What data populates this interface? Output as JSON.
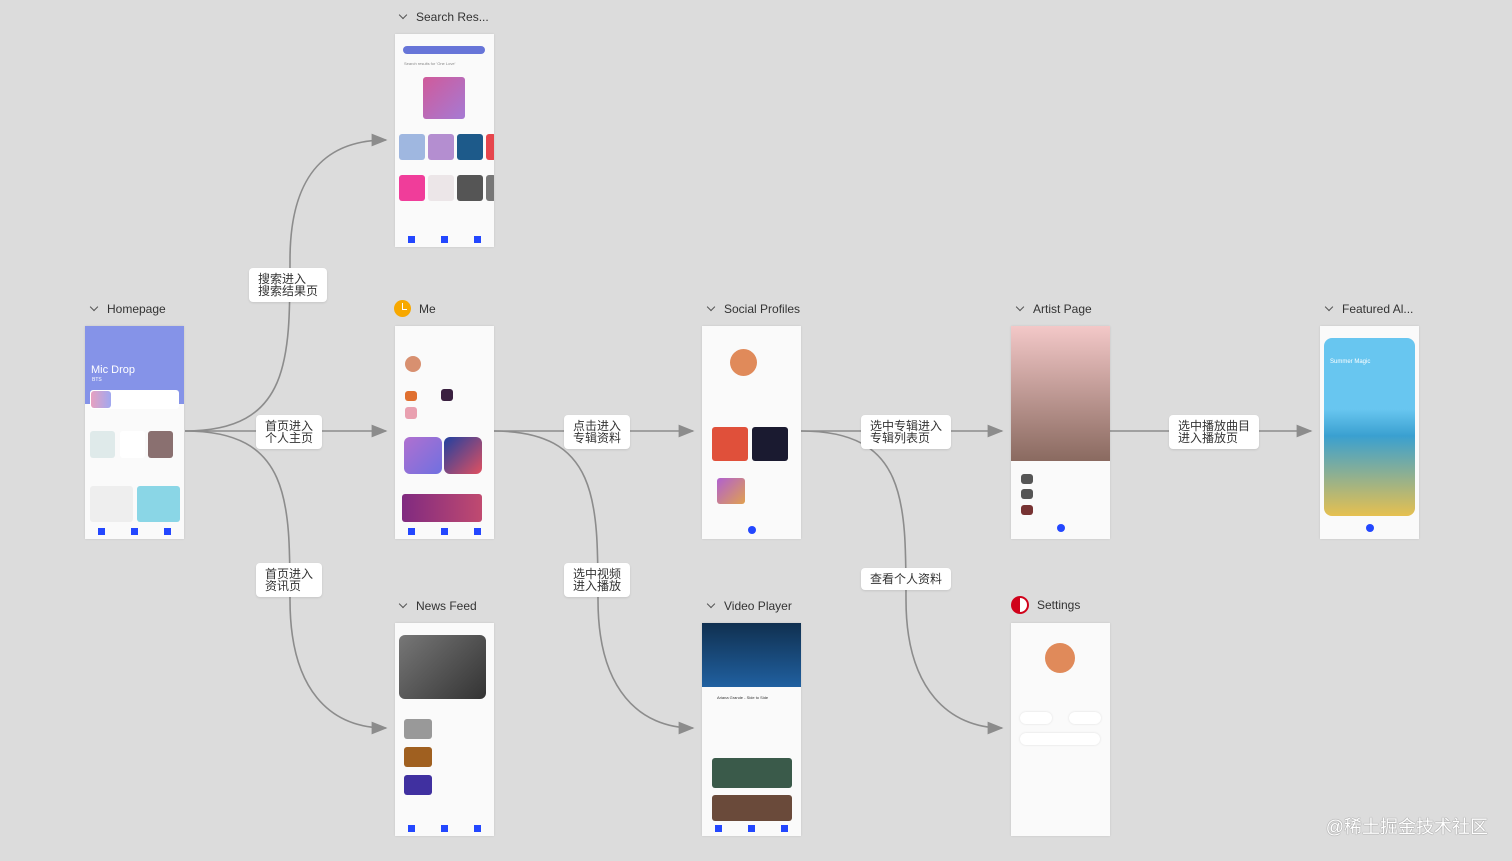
{
  "screens": {
    "search": {
      "title": "Search Res...",
      "query_text": "Search results for 'One Love'"
    },
    "homepage": {
      "title": "Homepage",
      "hero_title": "Mic Drop",
      "hero_artist": "BTS"
    },
    "me": {
      "title": "Me"
    },
    "social": {
      "title": "Social Profiles"
    },
    "artist": {
      "title": "Artist Page"
    },
    "featured": {
      "title": "Featured Al...",
      "hero_title": "Summer Magic"
    },
    "news": {
      "title": "News Feed"
    },
    "video": {
      "title": "Video Player",
      "video_title": "Ariana Grande - Side to Side"
    },
    "settings": {
      "title": "Settings"
    }
  },
  "edges": {
    "search": "搜索进入\n搜索结果页",
    "me": "首页进入\n个人主页",
    "news": "首页进入\n资讯页",
    "social": "点击进入\n专辑资料",
    "video": "选中视频\n进入播放",
    "artist": "选中专辑进入\n专辑列表页",
    "settings": "查看个人资料",
    "featured": "选中播放曲目\n进入播放页"
  },
  "watermark": "@稀土掘金技术社区",
  "colors": {
    "nav": "#2347ff",
    "line": "#8c8c8c",
    "bg": "#dcdcdc"
  }
}
